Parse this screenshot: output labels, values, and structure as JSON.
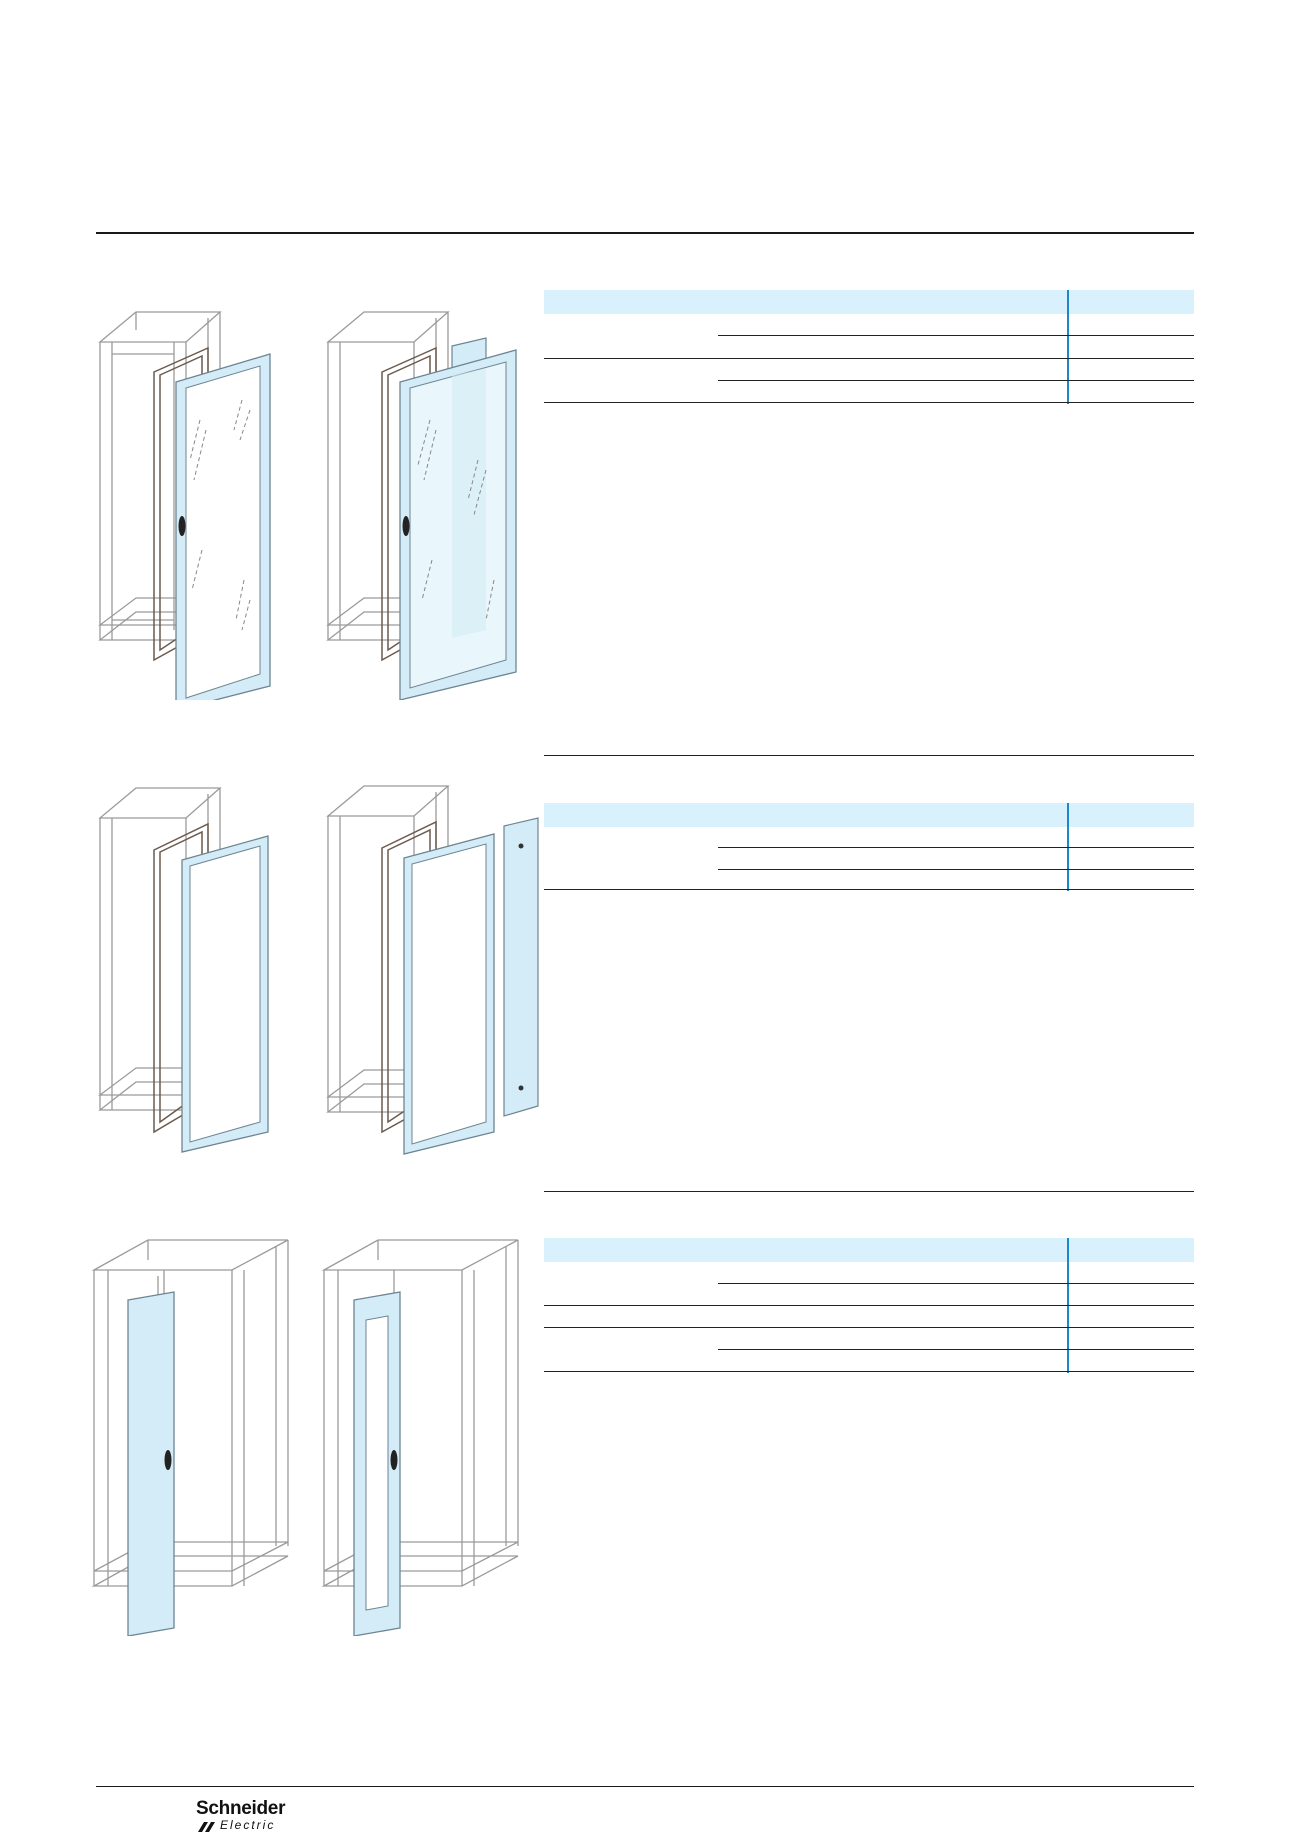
{
  "colors": {
    "table_header": "#d9f1fc",
    "accent_rule": "#1c87c9",
    "panel_fill": "#d3ecf7",
    "frame_line": "#9a9a9a"
  },
  "brand": {
    "name": "Schneider",
    "sub": "Electric"
  },
  "illustrations": [
    {
      "id": "glazed-door-single",
      "icon": "glazed-door-frame-icon"
    },
    {
      "id": "glazed-door-with-side-panel",
      "icon": "glazed-door-side-panel-icon"
    },
    {
      "id": "door-frame-single",
      "icon": "door-frame-icon"
    },
    {
      "id": "door-frame-with-side-panel",
      "icon": "door-frame-side-panel-icon"
    },
    {
      "id": "plain-door",
      "icon": "plain-door-icon"
    },
    {
      "id": "door-with-window",
      "icon": "windowed-door-icon"
    }
  ],
  "tables": [
    {
      "id": "table-1",
      "rows": [],
      "cells": []
    },
    {
      "id": "table-2",
      "rows": [],
      "cells": []
    },
    {
      "id": "table-3",
      "rows": [],
      "cells": []
    }
  ]
}
